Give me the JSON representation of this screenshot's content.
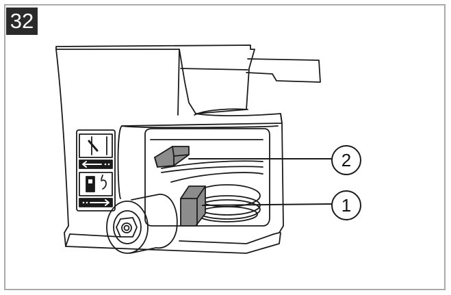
{
  "figure": {
    "number": "32",
    "callouts": [
      {
        "label": "1"
      },
      {
        "label": "2"
      }
    ],
    "colors": {
      "badge_bg": "#2b2b2b",
      "frame": "#a9a9a9",
      "line": "#1a1a1a",
      "lever_fill": "#8c8c8c"
    },
    "icons": [
      "choke-icon",
      "arrow-left-icon",
      "fuel-pump-icon",
      "arrow-right-icon",
      "fuel-valve-icon"
    ]
  }
}
